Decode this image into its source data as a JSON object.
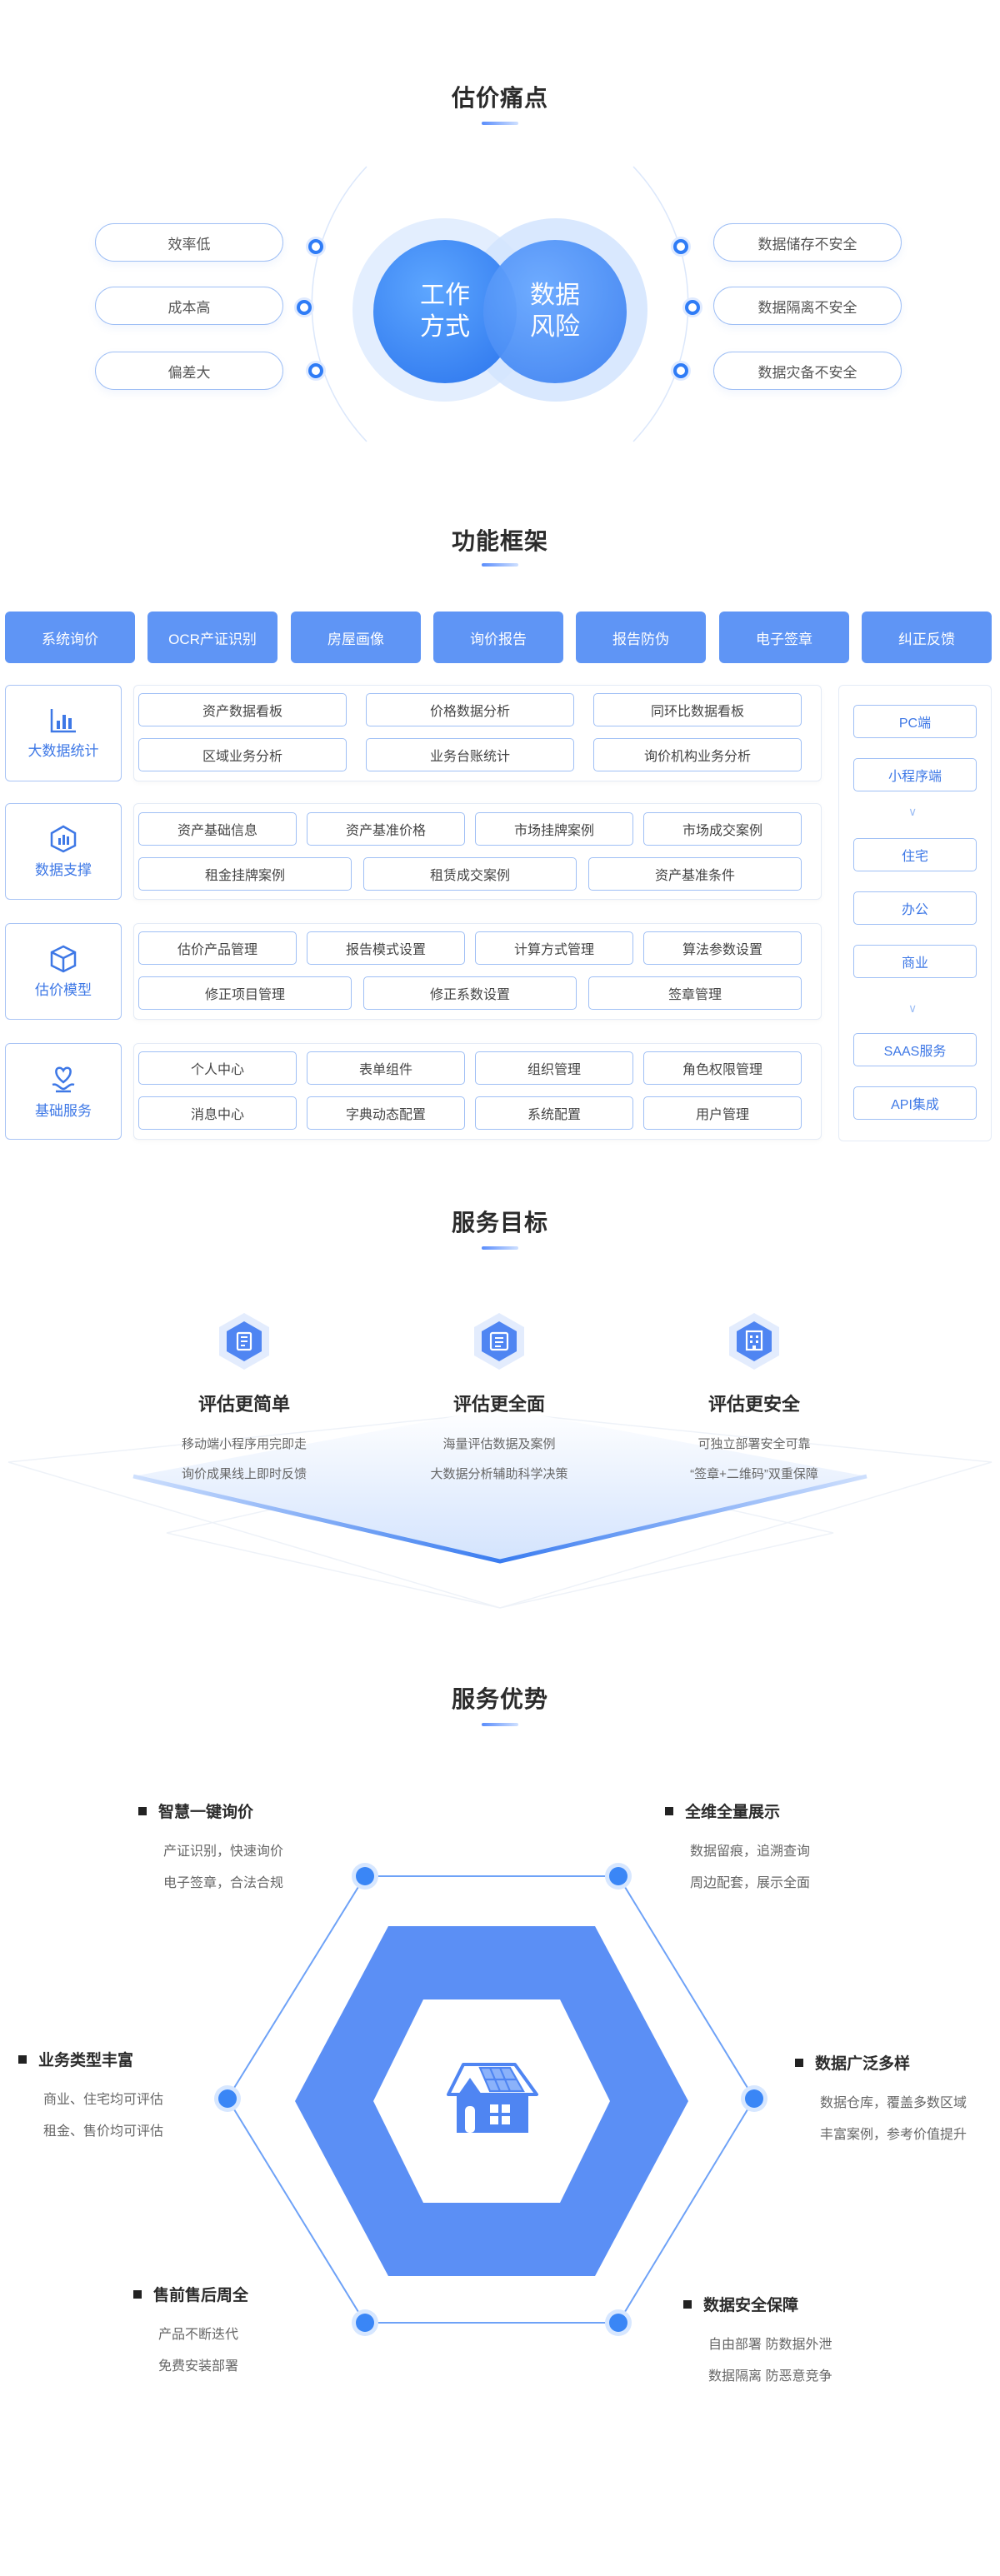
{
  "pain_points": {
    "title": "估价痛点",
    "left_items": [
      "效率低",
      "成本高",
      "偏差大"
    ],
    "right_items": [
      "数据储存不安全",
      "数据隔离不安全",
      "数据灾备不安全"
    ],
    "circle_left": "工作\n方式",
    "circle_right": "数据\n风险"
  },
  "framework": {
    "title": "功能框架",
    "top_modules": [
      "系统询价",
      "OCR产证识别",
      "房屋画像",
      "询价报告",
      "报告防伪",
      "电子签章",
      "纠正反馈"
    ],
    "categories": [
      {
        "label": "大数据统计",
        "icon": "bar-chart-icon",
        "rows": [
          [
            "资产数据看板",
            "价格数据分析",
            "同环比数据看板"
          ],
          [
            "区域业务分析",
            "业务台账统计",
            "询价机构业务分析"
          ]
        ]
      },
      {
        "label": "数据支撑",
        "icon": "hexagon-chart-icon",
        "rows": [
          [
            "资产基础信息",
            "资产基准价格",
            "市场挂牌案例",
            "市场成交案例"
          ],
          [
            "租金挂牌案例",
            "租赁成交案例",
            "资产基准条件"
          ]
        ]
      },
      {
        "label": "估价模型",
        "icon": "cube-icon",
        "rows": [
          [
            "估价产品管理",
            "报告模式设置",
            "计算方式管理",
            "算法参数设置"
          ],
          [
            "修正项目管理",
            "修正系数设置",
            "签章管理"
          ]
        ]
      },
      {
        "label": "基础服务",
        "icon": "heart-hand-icon",
        "rows": [
          [
            "个人中心",
            "表单组件",
            "组织管理",
            "角色权限管理"
          ],
          [
            "消息中心",
            "字典动态配置",
            "系统配置",
            "用户管理"
          ]
        ]
      }
    ],
    "side_items": [
      "PC端",
      "小程序端",
      "住宅",
      "办公",
      "商业",
      "SAAS服务",
      "API集成"
    ]
  },
  "goals": {
    "title": "服务目标",
    "items": [
      {
        "title": "评估更简单",
        "icon": "document-icon",
        "lines": [
          "移动端小程序用完即走",
          "询价成果线上即时反馈"
        ]
      },
      {
        "title": "评估更全面",
        "icon": "list-icon",
        "lines": [
          "海量评估数据及案例",
          "大数据分析辅助科学决策"
        ]
      },
      {
        "title": "评估更安全",
        "icon": "building-icon",
        "lines": [
          "可独立部署安全可靠",
          "“签章+二维码”双重保障"
        ]
      }
    ]
  },
  "advantages": {
    "title": "服务优势",
    "items": [
      {
        "title": "智慧一键询价",
        "lines": [
          "产证识别，快速询价",
          "电子签章，合法合规"
        ]
      },
      {
        "title": "全维全量展示",
        "lines": [
          "数据留痕，追溯查询",
          "周边配套，展示全面"
        ]
      },
      {
        "title": "业务类型丰富",
        "lines": [
          "商业、住宅均可评估",
          "租金、售价均可评估"
        ]
      },
      {
        "title": "数据广泛多样",
        "lines": [
          "数据仓库，覆盖多数区域",
          "丰富案例，参考价值提升"
        ]
      },
      {
        "title": "售前售后周全",
        "lines": [
          "产品不断迭代",
          "免费安装部署"
        ]
      },
      {
        "title": "数据安全保障",
        "lines": [
          "自由部署 防数据外泄",
          "数据隔离 防恶意竞争"
        ]
      }
    ]
  },
  "colors": {
    "primary": "#3a86f6",
    "button": "#5f95f5",
    "hex_fill": "#5b8ff5"
  }
}
